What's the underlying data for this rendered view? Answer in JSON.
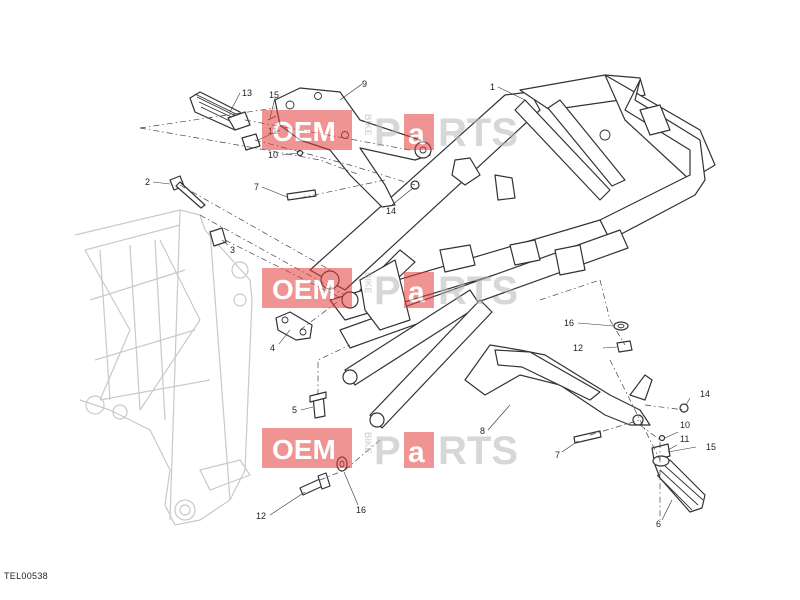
{
  "diagram": {
    "reference_code": "TEL00538",
    "callouts": [
      {
        "id": "c1",
        "label": "1"
      },
      {
        "id": "c2",
        "label": "2"
      },
      {
        "id": "c3",
        "label": "3"
      },
      {
        "id": "c4",
        "label": "4"
      },
      {
        "id": "c5",
        "label": "5"
      },
      {
        "id": "c6",
        "label": "6"
      },
      {
        "id": "c7a",
        "label": "7"
      },
      {
        "id": "c7b",
        "label": "7"
      },
      {
        "id": "c8",
        "label": "8"
      },
      {
        "id": "c9",
        "label": "9"
      },
      {
        "id": "c10a",
        "label": "10"
      },
      {
        "id": "c10b",
        "label": "10"
      },
      {
        "id": "c11a",
        "label": "11"
      },
      {
        "id": "c11b",
        "label": "11"
      },
      {
        "id": "c12a",
        "label": "12"
      },
      {
        "id": "c12b",
        "label": "12"
      },
      {
        "id": "c13",
        "label": "13"
      },
      {
        "id": "c14a",
        "label": "14"
      },
      {
        "id": "c14b",
        "label": "14"
      },
      {
        "id": "c15a",
        "label": "15"
      },
      {
        "id": "c15b",
        "label": "15"
      },
      {
        "id": "c16a",
        "label": "16"
      },
      {
        "id": "c16b",
        "label": "16"
      }
    ]
  },
  "watermark": {
    "oem": "OEM",
    "bike": "BIKE",
    "p": "P",
    "a": "a",
    "rts": "RTS"
  },
  "colors": {
    "line": "#333333",
    "ghost_frame": "#c9c9c9",
    "watermark_red": "#e23c3c",
    "watermark_gray": "#b8b8b8"
  }
}
